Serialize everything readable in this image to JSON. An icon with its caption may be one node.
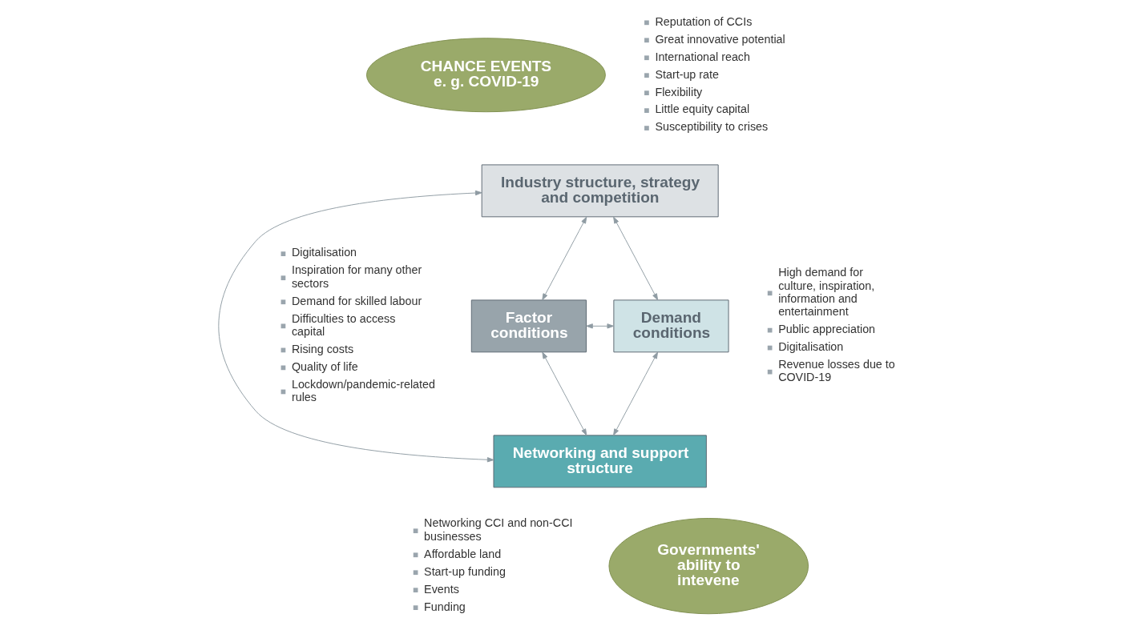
{
  "diagram": {
    "nodes": [
      {
        "text": [
          "CHANCE EVENTS e. g. COVID-19"
        ]
      },
      {
        "text": [
          "Industry structure, strategy and competition"
        ],
        "beside": [
          "Reputation of CCIs",
          "Great innovative potential",
          "International reach",
          "Start-up rate",
          "Flexibility",
          "Little equity capital",
          "Susceptibility to crises"
        ]
      },
      {
        "text": [
          "Factor conditions"
        ],
        "beside": [
          "Digitalisation",
          "Inspiration for many other sectors",
          "Demand for skilled labour",
          "Difficulties to access capital",
          "Rising costs",
          "Quality of life",
          "Lockdown/pandemic-related rules"
        ]
      },
      {
        "text": [
          "Demand conditions"
        ],
        "beside": [
          "High demand for culture, inspiration, information and entertainment",
          "Public appreciation",
          "Digitalisation",
          "Revenue losses due to COVID-19"
        ]
      },
      {
        "text": [
          "Networking and support structure"
        ],
        "beside": [
          "Networking CCI and non-CCI businesses",
          "Affordable land",
          "Start-up funding",
          "Events",
          "Funding"
        ]
      },
      {
        "text": [
          "Governments' ability to intevene"
        ]
      }
    ],
    "edges": [
      {
        "from": 1,
        "to": 2,
        "arrow": "both"
      },
      {
        "from": 1,
        "to": 3,
        "arrow": "both"
      },
      {
        "from": 2,
        "to": 4,
        "arrow": "both"
      },
      {
        "from": 4,
        "to": 3,
        "arrow": "both"
      },
      {
        "from": 1,
        "to": 4,
        "arrow": "both"
      },
      {
        "from": 2,
        "to": 3,
        "arrow": "both"
      }
    ]
  }
}
